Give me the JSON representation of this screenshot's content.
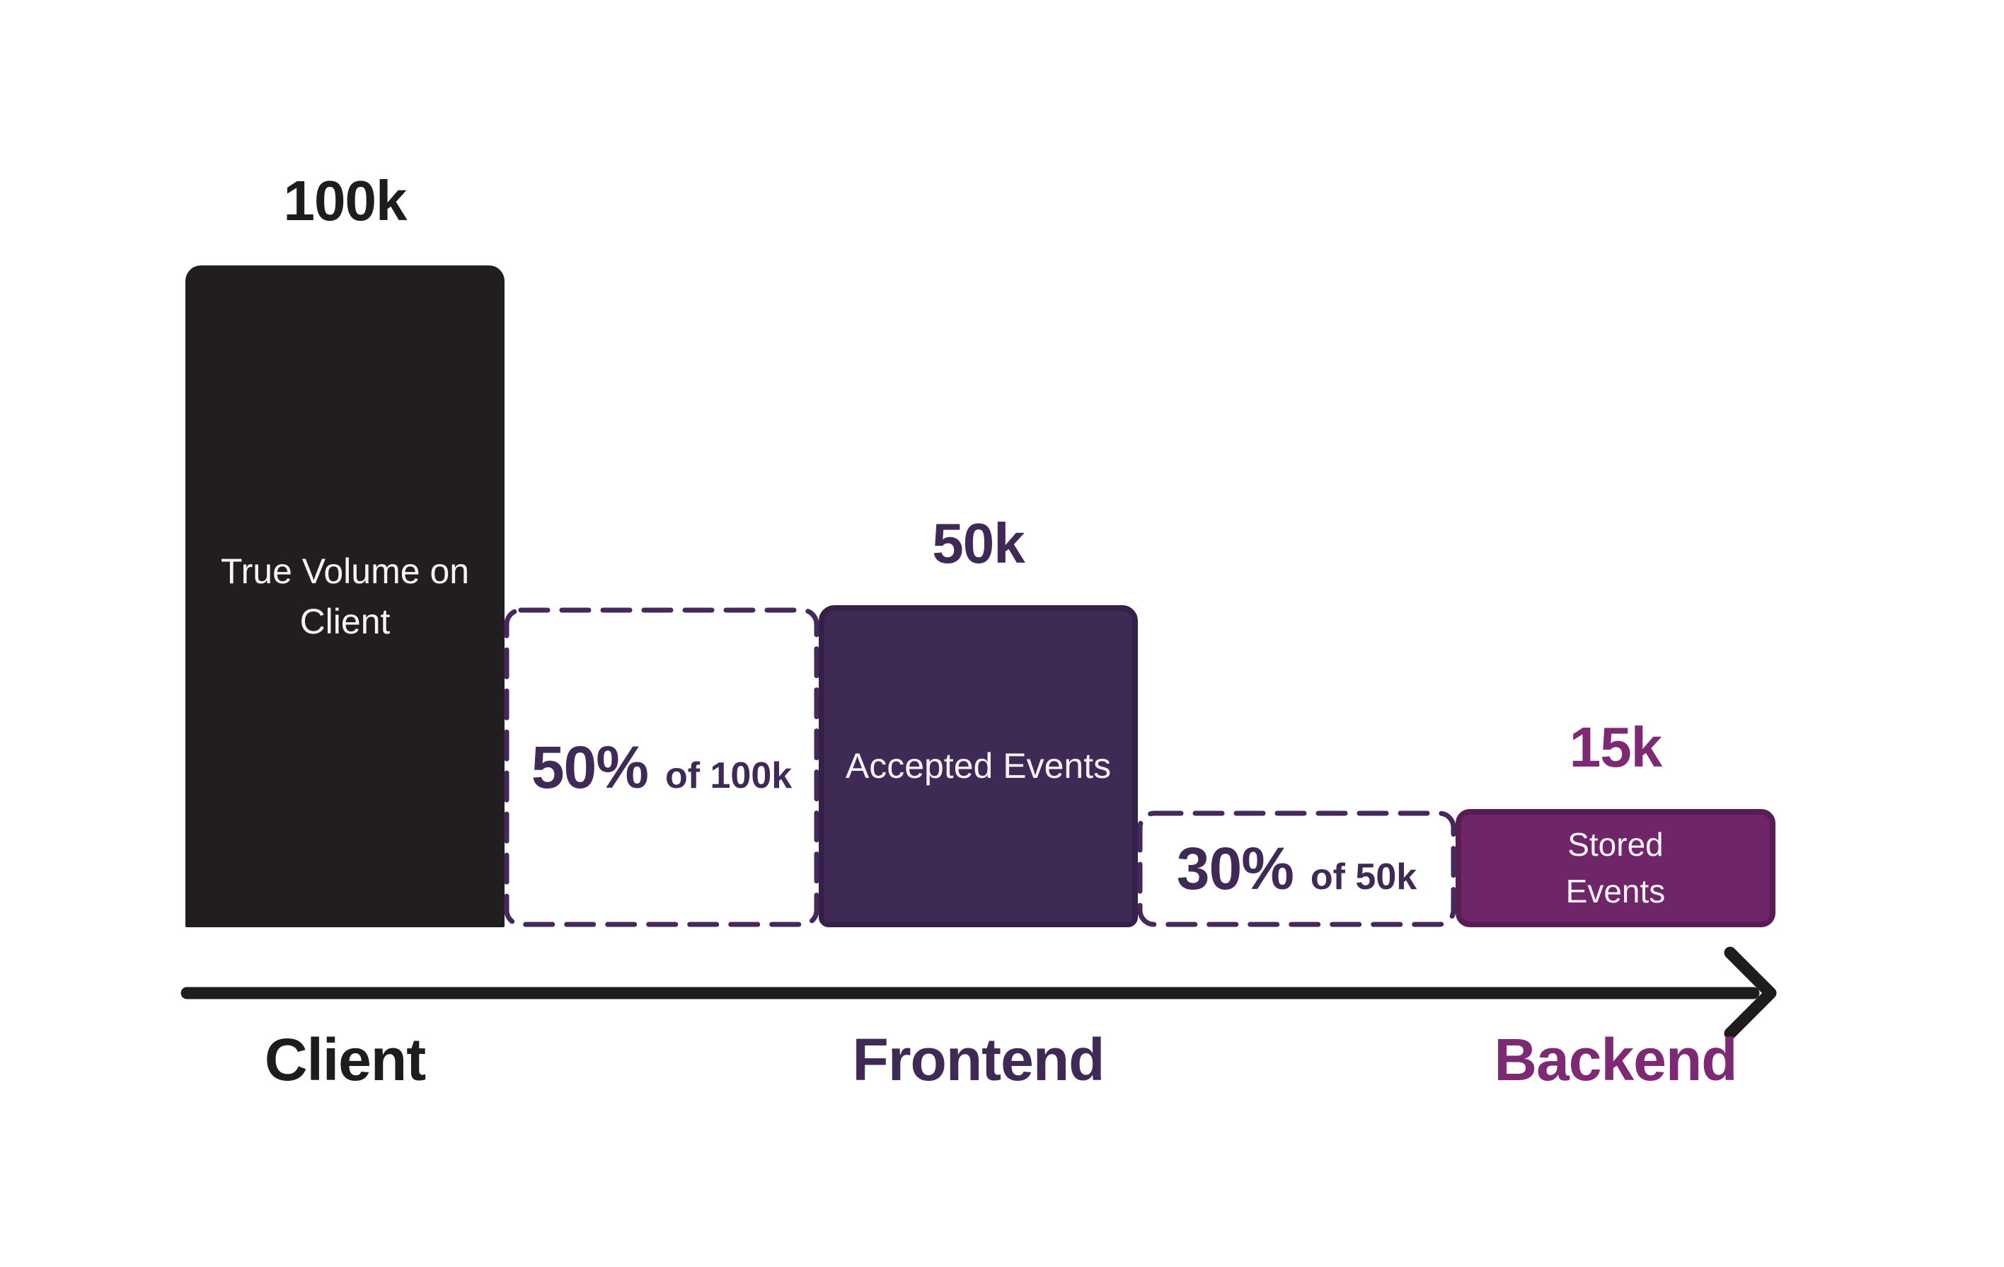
{
  "chart_data": {
    "type": "bar",
    "subtype": "event-volume-funnel",
    "categories": [
      "Client",
      "Frontend",
      "Backend"
    ],
    "series": [
      {
        "name": "Events",
        "values": [
          100000,
          50000,
          15000
        ]
      }
    ],
    "value_labels": [
      "100k",
      "50k",
      "15k"
    ],
    "bar_names": [
      "True Volume on Client",
      "Accepted Events",
      "Stored Events"
    ],
    "annotations": [
      "50% of 100k",
      "30% of 50k"
    ],
    "title": "",
    "xlabel": "",
    "ylabel": "",
    "ylim": [
      0,
      100000
    ],
    "legend": "none",
    "grid": false,
    "flow_axis": {
      "style": "arrow",
      "labels": [
        "Client",
        "Frontend",
        "Backend"
      ]
    }
  },
  "bars": [
    {
      "value_label": "100k",
      "label_lines": [
        "True Volume on",
        "Client"
      ],
      "axis_label": "Client",
      "fill": "#211d20",
      "text_color": "#1f1c1f"
    },
    {
      "value_label": "50k",
      "label_lines": [
        "Accepted Events"
      ],
      "axis_label": "Frontend",
      "fill": "#3f2a55",
      "border": "#352049",
      "text_color": "#3e2a54"
    },
    {
      "value_label": "15k",
      "label_lines": [
        "Stored",
        "Events"
      ],
      "axis_label": "Backend",
      "fill": "#6f2668",
      "border": "#591d54",
      "text_color": "#7d2973"
    }
  ],
  "drops": [
    {
      "pct": "50%",
      "suffix": "of 100k"
    },
    {
      "pct": "30%",
      "suffix": "of 50k"
    }
  ],
  "colors": {
    "background": "#ffffff",
    "ink": "#1f1c1f",
    "dashed_border": "#45285c",
    "bar_label_text": "#f6f3f7",
    "arrow": "#1f1c1f"
  }
}
